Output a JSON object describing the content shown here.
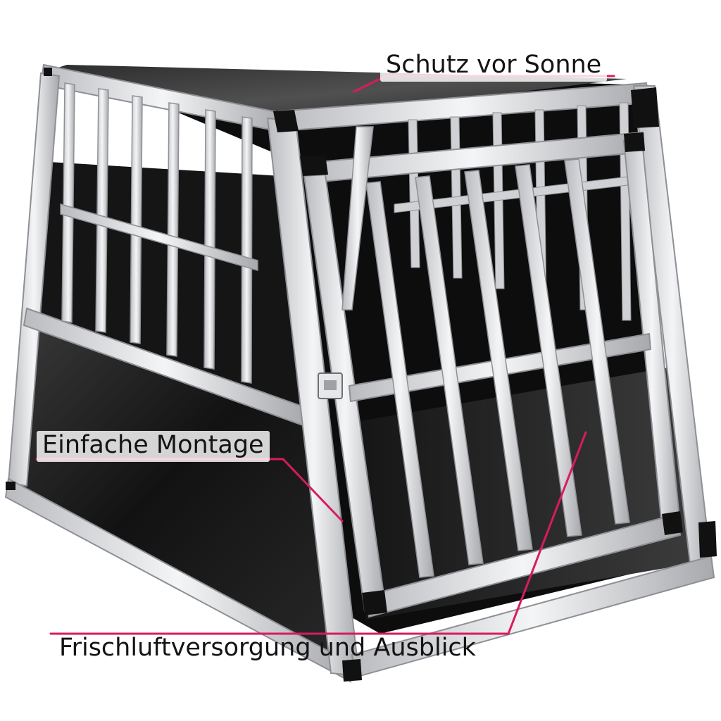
{
  "annotations": {
    "top": "Schutz vor Sonne",
    "left": "Einfache Montage",
    "bottom": "Frischluftversorgung und Ausblick"
  },
  "colors": {
    "accent_line": "#d81b60",
    "frame_aluminium": "#dcdde0",
    "frame_edge": "#9a9ca1",
    "panel_dark": "#1a1a1a",
    "corner_cap": "#111111",
    "background": "#ffffff"
  }
}
